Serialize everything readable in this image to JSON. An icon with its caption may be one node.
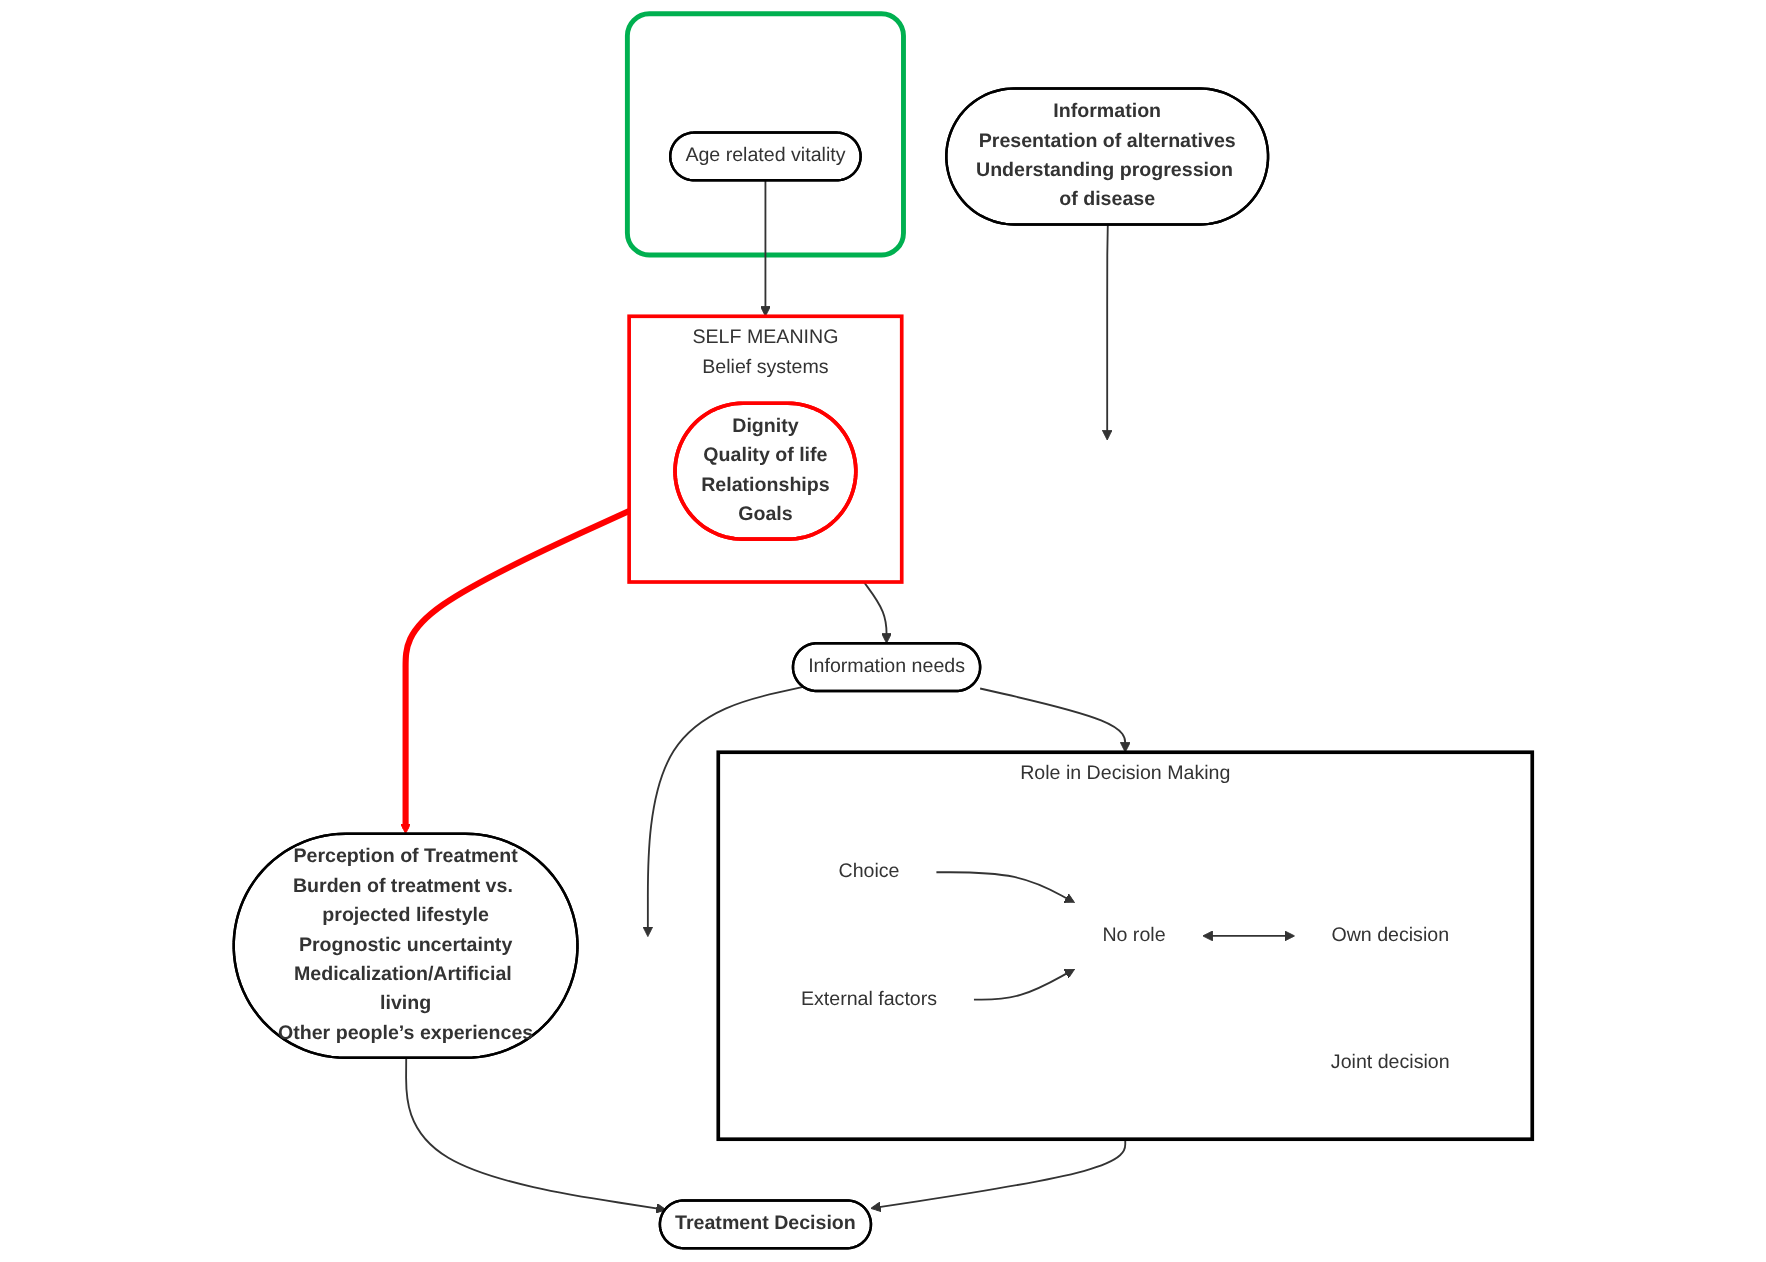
{
  "diagram": {
    "nodes": [
      {
        "text": [
          "SELF MEANING",
          "Belief systems"
        ]
      },
      {
        "text": [
          "Dignity",
          "Quality of life",
          "Relationships",
          "Goals"
        ],
        "in": 0
      },
      {
        "text": [],
        "shape": "box"
      },
      {
        "text": [
          "Age related vitality"
        ],
        "in": 2
      },
      {
        "text": [
          "Information",
          "Presentation of alternatives",
          "Understanding progression of disease"
        ]
      },
      {
        "text": [
          "Information needs"
        ]
      },
      {
        "text": [
          "Perception of Treatment",
          "Burden of treatment vs. projected lifestyle",
          "Prognostic uncertainty",
          "Medicalization/Artificial living",
          "Other people’s experiences"
        ]
      },
      {
        "text": [
          "Role in Decision Making"
        ]
      },
      {
        "text": [
          "No role"
        ],
        "in": 7
      },
      {
        "text": [
          "Joint decision"
        ],
        "in": 7
      },
      {
        "text": [
          "Own decision"
        ],
        "in": 7
      },
      {
        "text": [
          "Choice"
        ],
        "in": 7
      },
      {
        "text": [
          "External factors"
        ],
        "in": 7
      },
      {
        "text": [
          "Treatment Decision"
        ]
      }
    ],
    "edges": [
      {
        "from": 3,
        "to": 0,
        "arrow": "to"
      },
      {
        "from": 4,
        "to": null,
        "arrow": "to"
      },
      {
        "from": 5,
        "to": null,
        "arrow": "to"
      },
      {
        "from": 0,
        "to": 6,
        "arrow": "to",
        "style": "thick",
        "color": "#ff0000"
      },
      {
        "from": 0,
        "to": 5,
        "arrow": "to"
      },
      {
        "from": 5,
        "to": 7,
        "arrow": "to"
      },
      {
        "from": 11,
        "to": 8,
        "arrow": "to"
      },
      {
        "from": 12,
        "to": 8,
        "arrow": "to"
      },
      {
        "from": 8,
        "to": 10,
        "arrow": "both"
      },
      {
        "from": 6,
        "to": 13,
        "arrow": "to"
      },
      {
        "from": 7,
        "to": 13,
        "arrow": "to"
      }
    ]
  }
}
